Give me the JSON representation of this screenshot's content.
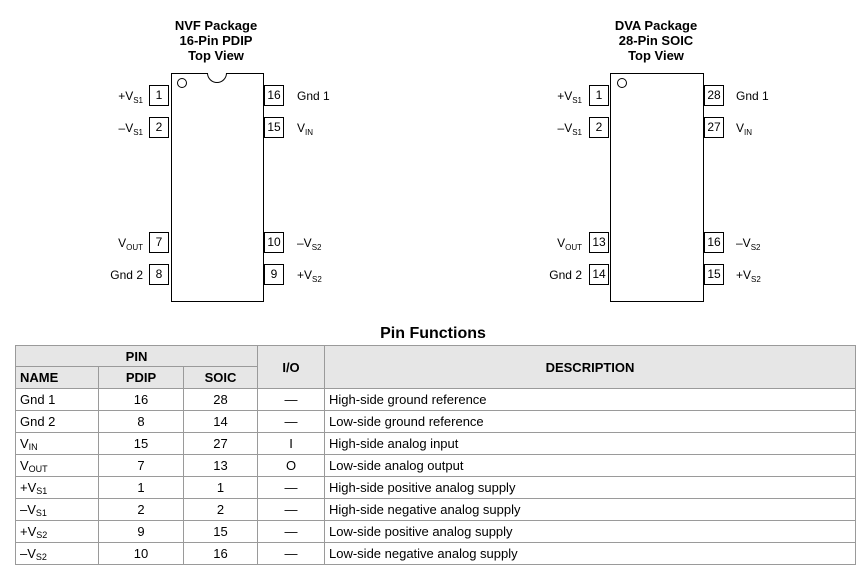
{
  "nvf": {
    "title_line1": "NVF Package",
    "title_line2": "16-Pin PDIP",
    "title_line3": "Top View",
    "left_pins": [
      {
        "num": "1",
        "main": "+V",
        "sub": "S1"
      },
      {
        "num": "2",
        "main": "–V",
        "sub": "S1"
      },
      {
        "num": "7",
        "main": "V",
        "sub": "OUT"
      },
      {
        "num": "8",
        "main": "Gnd 2",
        "sub": ""
      }
    ],
    "right_pins": [
      {
        "num": "16",
        "main": "Gnd 1",
        "sub": ""
      },
      {
        "num": "15",
        "main": "V",
        "sub": "IN"
      },
      {
        "num": "10",
        "main": "–V",
        "sub": "S2"
      },
      {
        "num": "9",
        "main": "+V",
        "sub": "S2"
      }
    ]
  },
  "dva": {
    "title_line1": "DVA Package",
    "title_line2": "28-Pin SOIC",
    "title_line3": "Top View",
    "left_pins": [
      {
        "num": "1",
        "main": "+V",
        "sub": "S1"
      },
      {
        "num": "2",
        "main": "–V",
        "sub": "S1"
      },
      {
        "num": "13",
        "main": "V",
        "sub": "OUT"
      },
      {
        "num": "14",
        "main": "Gnd 2",
        "sub": ""
      }
    ],
    "right_pins": [
      {
        "num": "28",
        "main": "Gnd 1",
        "sub": ""
      },
      {
        "num": "27",
        "main": "V",
        "sub": "IN"
      },
      {
        "num": "16",
        "main": "–V",
        "sub": "S2"
      },
      {
        "num": "15",
        "main": "+V",
        "sub": "S2"
      }
    ]
  },
  "table": {
    "title": "Pin Functions",
    "header_pin": "PIN",
    "header_io": "I/O",
    "header_description": "DESCRIPTION",
    "header_name": "NAME",
    "header_pdip": "PDIP",
    "header_soic": "SOIC",
    "rows": [
      {
        "name": "Gnd 1",
        "name_sub": "",
        "pdip": "16",
        "soic": "28",
        "io": "—",
        "description": "High-side ground reference"
      },
      {
        "name": "Gnd 2",
        "name_sub": "",
        "pdip": "8",
        "soic": "14",
        "io": "—",
        "description": "Low-side ground reference"
      },
      {
        "name": "V",
        "name_sub": "IN",
        "pdip": "15",
        "soic": "27",
        "io": "I",
        "description": "High-side analog input"
      },
      {
        "name": "V",
        "name_sub": "OUT",
        "pdip": "7",
        "soic": "13",
        "io": "O",
        "description": "Low-side analog output"
      },
      {
        "name": "+V",
        "name_sub": "S1",
        "pdip": "1",
        "soic": "1",
        "io": "—",
        "description": "High-side positive analog supply"
      },
      {
        "name": "–V",
        "name_sub": "S1",
        "pdip": "2",
        "soic": "2",
        "io": "—",
        "description": "High-side negative analog supply"
      },
      {
        "name": "+V",
        "name_sub": "S2",
        "pdip": "9",
        "soic": "15",
        "io": "—",
        "description": "Low-side positive analog supply"
      },
      {
        "name": "–V",
        "name_sub": "S2",
        "pdip": "10",
        "soic": "16",
        "io": "—",
        "description": "Low-side negative analog supply"
      }
    ]
  }
}
